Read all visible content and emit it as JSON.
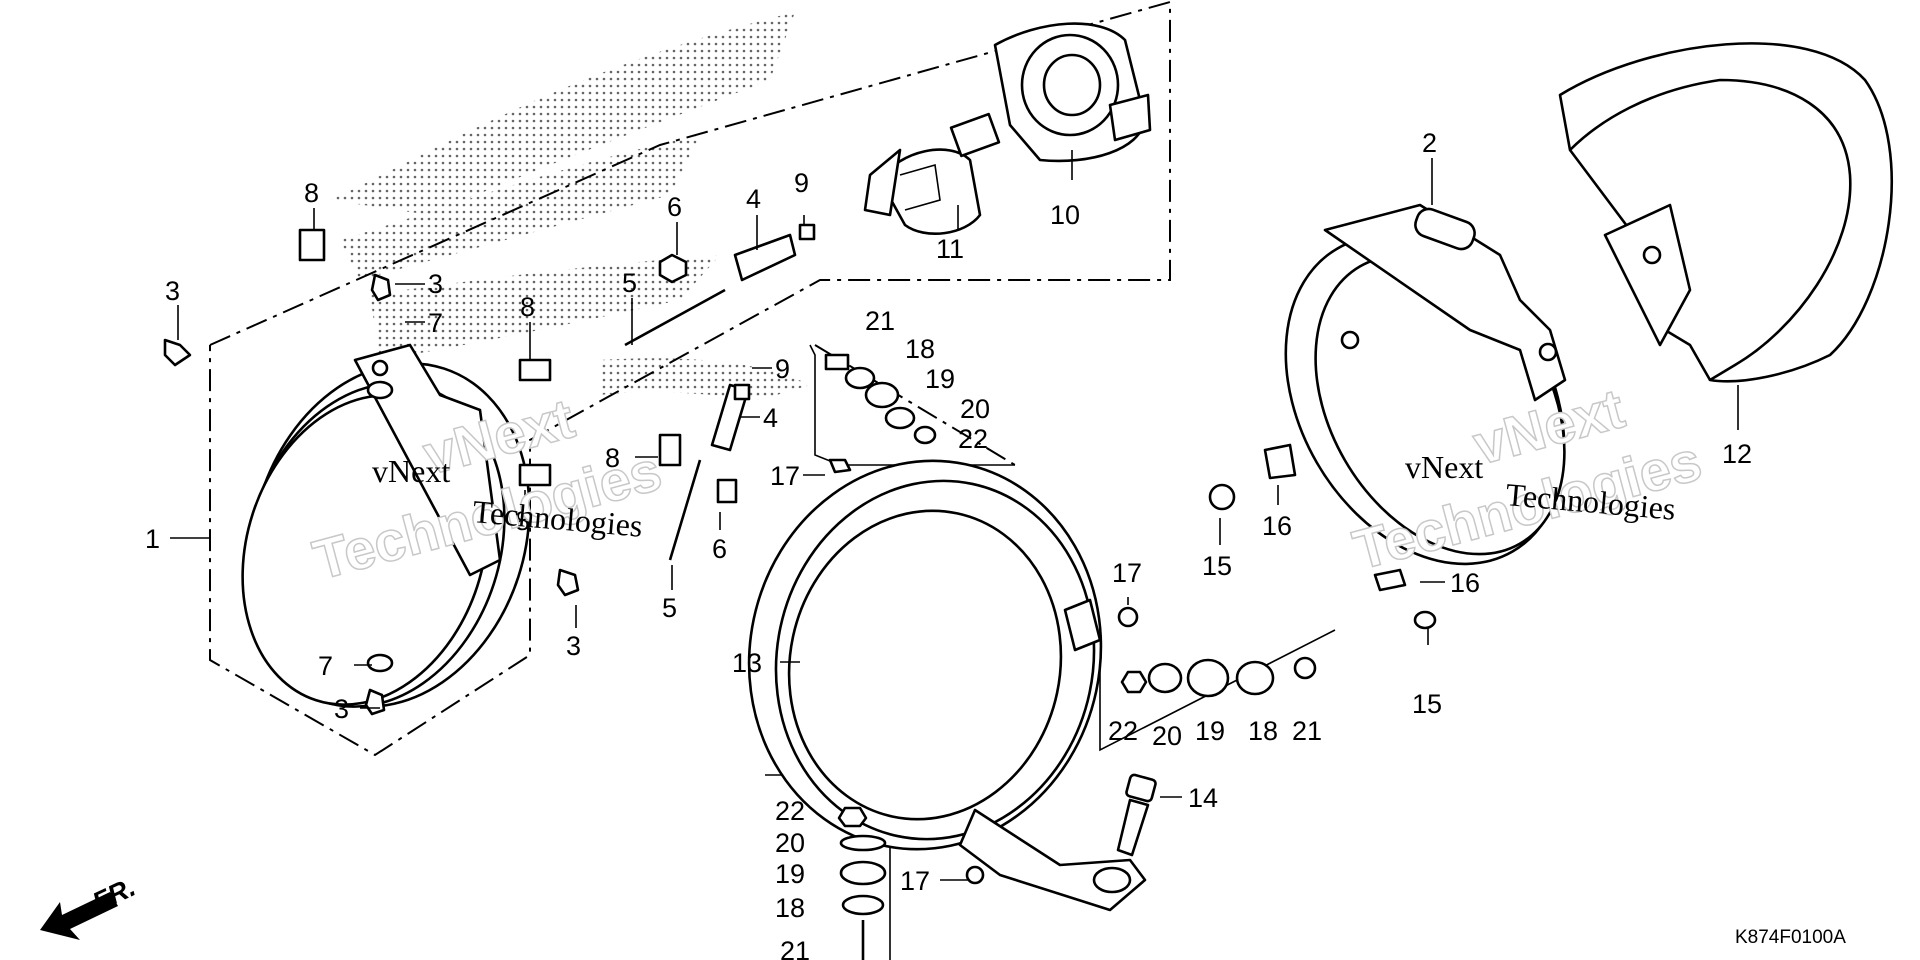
{
  "diagram": {
    "part_code": "K874F0100A",
    "direction_label": "FR.",
    "watermark_brand": "vNext",
    "watermark_name": "Technologies"
  },
  "callouts": {
    "c1": "1",
    "c2": "2",
    "c3a": "3",
    "c3b": "3",
    "c3c": "3",
    "c3d": "3",
    "c4a": "4",
    "c4b": "4",
    "c5a": "5",
    "c5b": "5",
    "c6a": "6",
    "c6b": "6",
    "c7a": "7",
    "c7b": "7",
    "c8a": "8",
    "c8b": "8",
    "c8c": "8",
    "c8d": "8",
    "c9a": "9",
    "c9b": "9",
    "c10": "10",
    "c11": "11",
    "c12": "12",
    "c13": "13",
    "c14": "14",
    "c15a": "15",
    "c15b": "15",
    "c16a": "16",
    "c16b": "16",
    "c17a": "17",
    "c17b": "17",
    "c17c": "17",
    "c18a": "18",
    "c18b": "18",
    "c18c": "18",
    "c19a": "19",
    "c19b": "19",
    "c19c": "19",
    "c20a": "20",
    "c20b": "20",
    "c20c": "20",
    "c21a": "21",
    "c21b": "21",
    "c21c": "21",
    "c22a": "22",
    "c22b": "22",
    "c22c": "22"
  }
}
